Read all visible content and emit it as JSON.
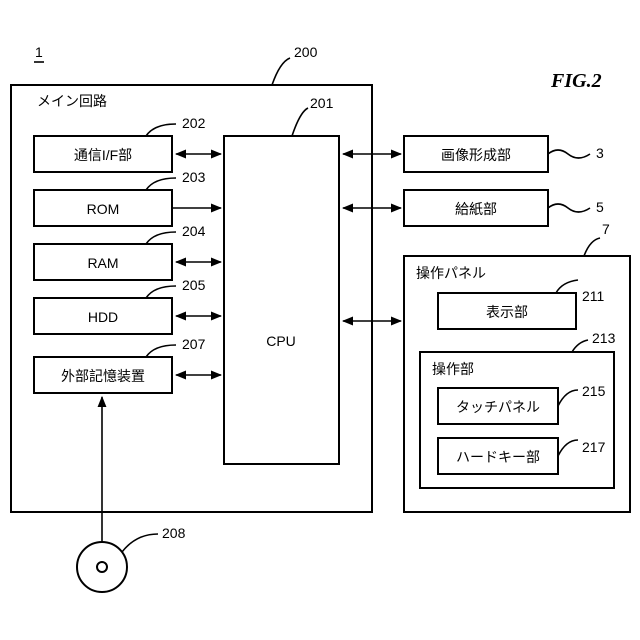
{
  "figure": {
    "label": "FIG.2",
    "ref": "1"
  },
  "main_circuit": {
    "ref": "200",
    "label": "メイン回路",
    "cpu": {
      "ref": "201",
      "label": "CPU"
    },
    "blocks": [
      {
        "ref": "202",
        "label": "通信I/F部"
      },
      {
        "ref": "203",
        "label": "ROM"
      },
      {
        "ref": "204",
        "label": "RAM"
      },
      {
        "ref": "205",
        "label": "HDD"
      },
      {
        "ref": "207",
        "label": "外部記憶装置"
      }
    ]
  },
  "external": {
    "image_forming": {
      "ref": "3",
      "label": "画像形成部"
    },
    "paper_feed": {
      "ref": "5",
      "label": "給紙部"
    }
  },
  "operation_panel": {
    "ref": "7",
    "label": "操作パネル",
    "display": {
      "ref": "211",
      "label": "表示部"
    },
    "operation_unit": {
      "ref": "213",
      "label": "操作部",
      "touch_panel": {
        "ref": "215",
        "label": "タッチパネル"
      },
      "hard_key": {
        "ref": "217",
        "label": "ハードキー部"
      }
    }
  },
  "disc": {
    "ref": "208"
  }
}
